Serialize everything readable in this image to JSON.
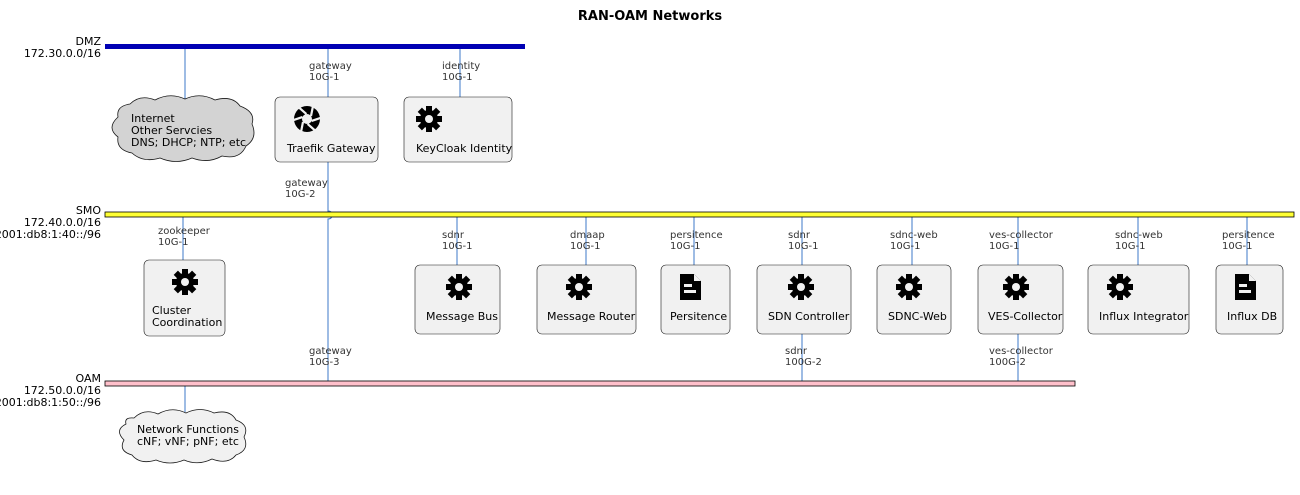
{
  "title": "RAN-OAM Networks",
  "colors": {
    "dmz": "#0000b4",
    "smo": "#ffff33",
    "oam": "#ffc0cb",
    "link": "#3c78c8",
    "box_fill": "#f1f1f1",
    "cloud_dark": "#d3d3d3",
    "cloud_light": "#f1f1f1"
  },
  "networks": {
    "dmz": {
      "name": "DMZ",
      "address": "172.30.0.0/16"
    },
    "smo": {
      "name": "SMO",
      "address": "172.40.0.0/16",
      "address6": "2001:db8:1:40::/96"
    },
    "oam": {
      "name": "OAM",
      "address": "172.50.0.0/16",
      "address6": "2001:db8:1:50::/96"
    }
  },
  "clouds": {
    "internet": {
      "lines": [
        "Internet",
        "Other Servcies",
        "DNS; DHCP; NTP; etc"
      ]
    },
    "nf": {
      "lines": [
        "Network Functions",
        "cNF; vNF; pNF; etc"
      ]
    }
  },
  "nodes": {
    "traefik": {
      "label": "Traefik Gateway",
      "icon": "aperture-icon"
    },
    "keycloak": {
      "label": "KeyCloak Identity",
      "icon": "gear-icon"
    },
    "cluster": {
      "label_lines": [
        "Cluster",
        "Coordination"
      ],
      "icon": "gear-icon"
    },
    "msgbus": {
      "label": "Message Bus",
      "icon": "gear-icon"
    },
    "msgrouter": {
      "label": "Message Router",
      "icon": "gear-icon"
    },
    "persitence": {
      "label": "Persitence",
      "icon": "document-icon"
    },
    "sdnc": {
      "label": "SDN Controller",
      "icon": "gear-icon"
    },
    "sdncweb": {
      "label": "SDNC-Web",
      "icon": "gear-icon"
    },
    "ves": {
      "label": "VES-Collector",
      "icon": "gear-icon"
    },
    "influxint": {
      "label": "Influx Integrator",
      "icon": "gear-icon"
    },
    "influxdb": {
      "label": "Influx DB",
      "icon": "document-icon"
    }
  },
  "interfaces": {
    "traefik_dmz": {
      "name": "gateway",
      "bw": "10G-1"
    },
    "keycloak_dmz": {
      "name": "identity",
      "bw": "10G-1"
    },
    "traefik_smo": {
      "name": "gateway",
      "bw": "10G-2"
    },
    "cluster_smo": {
      "name": "zookeeper",
      "bw": "10G-1"
    },
    "msgbus_smo": {
      "name": "sdnr",
      "bw": "10G-1"
    },
    "msgrouter_smo": {
      "name": "dmaap",
      "bw": "10G-1"
    },
    "persitence_smo": {
      "name": "persitence",
      "bw": "10G-1"
    },
    "sdnc_smo": {
      "name": "sdnr",
      "bw": "10G-1"
    },
    "sdncweb_smo": {
      "name": "sdnc-web",
      "bw": "10G-1"
    },
    "ves_smo": {
      "name": "ves-collector",
      "bw": "10G-1"
    },
    "influxint_smo": {
      "name": "sdnc-web",
      "bw": "10G-1"
    },
    "influxdb_smo": {
      "name": "persitence",
      "bw": "10G-1"
    },
    "traefik_oam": {
      "name": "gateway",
      "bw": "10G-3"
    },
    "sdnc_oam": {
      "name": "sdnr",
      "bw": "100G-2"
    },
    "ves_oam": {
      "name": "ves-collector",
      "bw": "100G-2"
    }
  }
}
